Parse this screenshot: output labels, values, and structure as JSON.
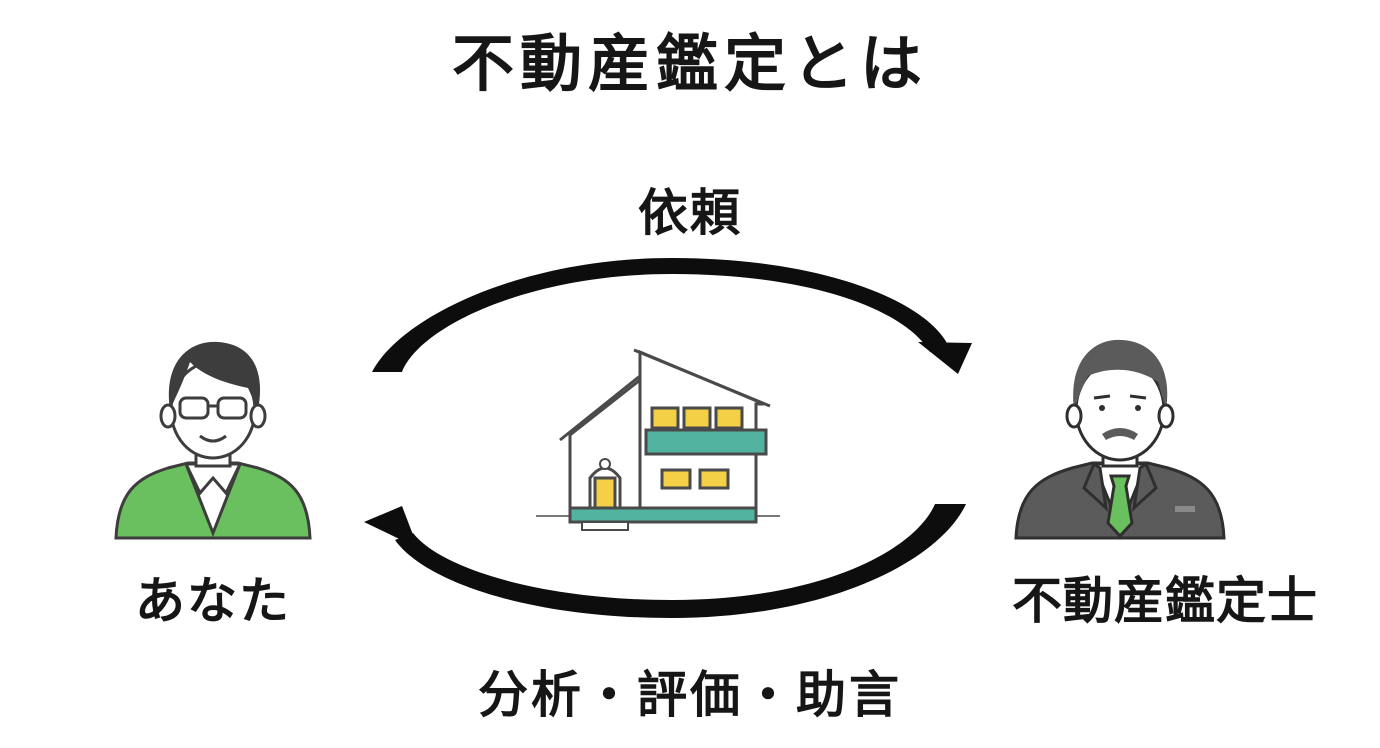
{
  "title": "不動産鑑定とは",
  "nodes": {
    "you": "あなた",
    "appraiser": "不動産鑑定士"
  },
  "arrows": {
    "top": "依頼",
    "bottom": "分析・評価・助言"
  },
  "colors": {
    "text": "#161616",
    "arrow": "#0d0d0d",
    "jacket_green": "#6abf5e",
    "suit_gray": "#5b5b5b",
    "tie_green": "#6abf5e",
    "house_teal": "#52b3a1",
    "window_yellow": "#f3d046"
  }
}
